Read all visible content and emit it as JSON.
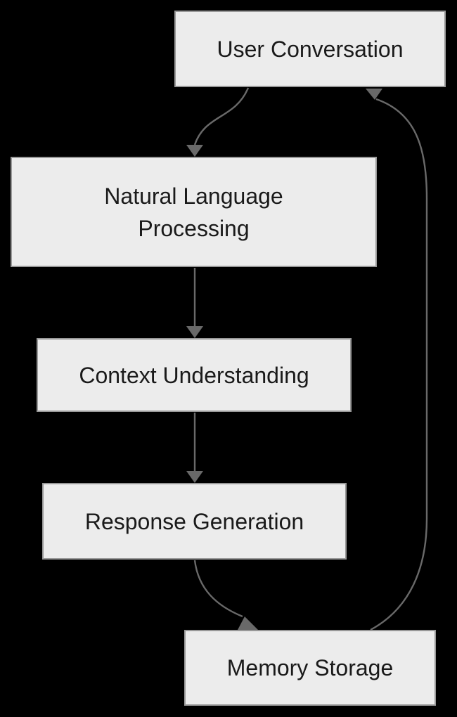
{
  "diagram": {
    "type": "flowchart",
    "background_color": "#000000",
    "node": {
      "fill": "#ececec",
      "border_color": "#999999",
      "text_color": "#1a1a1a"
    },
    "edge_color": "#696969",
    "nodes": [
      {
        "id": "user-conversation",
        "label": "User Conversation",
        "lines": [
          "User Conversation"
        ]
      },
      {
        "id": "natural-language-processing",
        "label": "Natural Language Processing",
        "lines": [
          "Natural Language",
          "Processing"
        ]
      },
      {
        "id": "context-understanding",
        "label": "Context Understanding",
        "lines": [
          "Context Understanding"
        ]
      },
      {
        "id": "response-generation",
        "label": "Response Generation",
        "lines": [
          "Response Generation"
        ]
      },
      {
        "id": "memory-storage",
        "label": "Memory Storage",
        "lines": [
          "Memory Storage"
        ]
      }
    ],
    "edges": [
      {
        "from": "User Conversation",
        "to": "Natural Language Processing"
      },
      {
        "from": "Natural Language Processing",
        "to": "Context Understanding"
      },
      {
        "from": "Context Understanding",
        "to": "Response Generation"
      },
      {
        "from": "Response Generation",
        "to": "Memory Storage"
      },
      {
        "from": "Memory Storage",
        "to": "User Conversation"
      }
    ]
  }
}
